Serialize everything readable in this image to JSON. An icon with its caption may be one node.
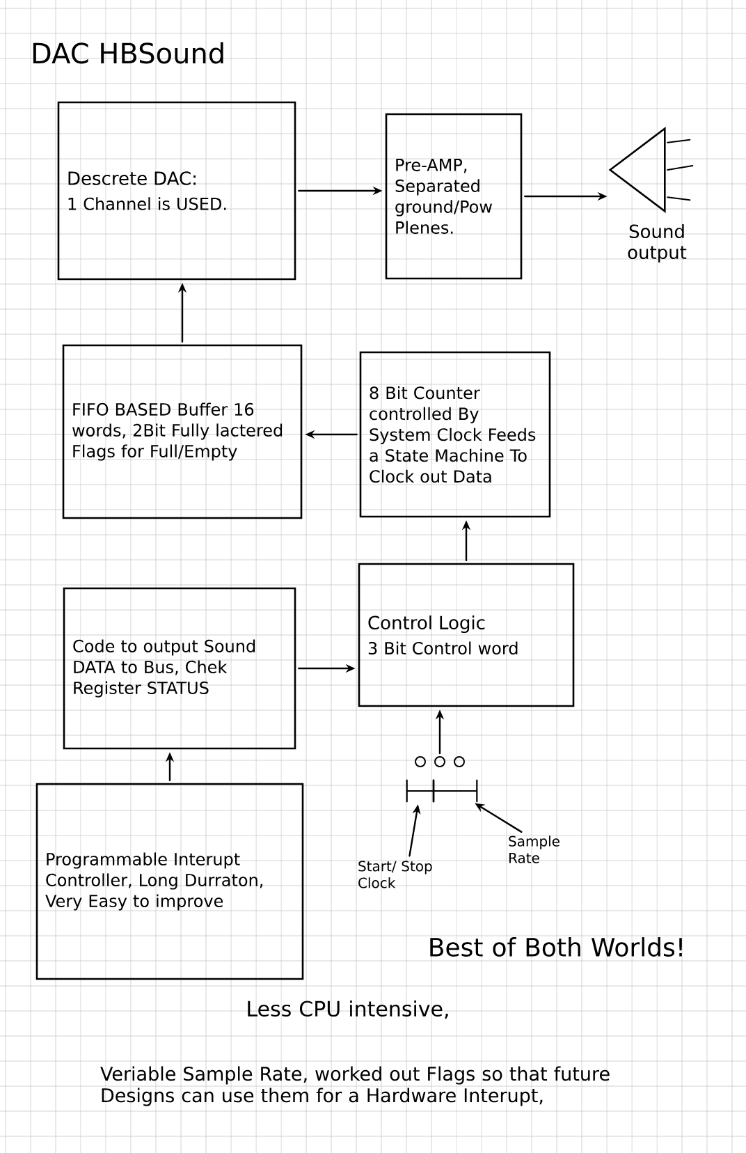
{
  "diagram": {
    "title": "DAC HBSound",
    "nodes": [
      {
        "text": [
          "Descrete DAC:",
          "1 Channel is USED."
        ]
      },
      {
        "text": [
          "Pre-AMP, Separated ground/Pow Plenes."
        ]
      },
      {
        "text": [],
        "shape": "speaker",
        "beside": [
          "Sound output"
        ]
      },
      {
        "text": [
          "FIFO BASED Buffer 16 words, 2Bit Fully lactered Flags for Full/Empty"
        ]
      },
      {
        "text": [
          "8 Bit Counter controlled By System Clock Feeds a State Machine To Clock out Data"
        ]
      },
      {
        "text": [
          "Code to output Sound DATA to Bus, Chek Register STATUS"
        ]
      },
      {
        "text": [
          "Control Logic",
          "3 Bit Control word"
        ]
      },
      {
        "text": [
          "Programmable Interupt Controller, Long Durraton, Very Easy to improve"
        ]
      },
      {
        "text": [],
        "shape": "circle"
      },
      {
        "text": [],
        "shape": "circle"
      },
      {
        "text": [],
        "shape": "circle"
      },
      {
        "text": [
          "Start/ Stop Clock"
        ]
      },
      {
        "text": [
          "Sample Rate"
        ]
      },
      {
        "text": [],
        "shape": "switch"
      },
      {
        "text": [],
        "shape": "switch"
      }
    ],
    "edges": [
      {
        "from": 0,
        "to": 1,
        "arrow": "to"
      },
      {
        "from": 1,
        "to": 2,
        "arrow": "to"
      },
      {
        "from": 3,
        "to": 0,
        "arrow": "to"
      },
      {
        "from": 4,
        "to": 3,
        "arrow": "to"
      },
      {
        "from": 6,
        "to": 4,
        "arrow": "to"
      },
      {
        "from": 5,
        "to": 6,
        "arrow": "to"
      },
      {
        "from": 7,
        "to": 5,
        "arrow": "to"
      },
      {
        "from": 9,
        "to": 6,
        "arrow": "to"
      },
      {
        "from": 11,
        "to": 13,
        "arrow": "to"
      },
      {
        "from": 12,
        "to": 14,
        "arrow": "to"
      }
    ],
    "labels": [
      "Best of Both Worlds!",
      "Less CPU intensive,",
      "Veriable Sample Rate, worked out Flags so that future Designs can use them for a Hardware Interupt,"
    ]
  }
}
